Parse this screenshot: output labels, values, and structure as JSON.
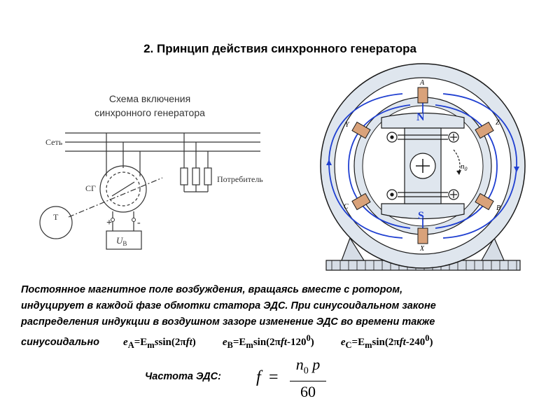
{
  "title": "2. Принцип действия синхронного генератора",
  "scheme": {
    "caption_line1": "Схема включения",
    "caption_line2": "синхронного генератора",
    "label_network": "Сеть",
    "label_consumer": "Потребитель",
    "label_generator": "СГ",
    "label_turbine": "Т",
    "label_plus": "+",
    "label_minus": "-",
    "label_exciter_U": "U",
    "label_exciter_sub": "В"
  },
  "machine": {
    "pole_north": "N",
    "pole_south": "S",
    "coil_A": "A",
    "coil_X": "X",
    "coil_Y": "Y",
    "coil_Z": "Z",
    "coil_B": "B",
    "coil_C": "C",
    "speed_symbol": "n",
    "speed_sub": "0",
    "colors": {
      "flux_lines": "#1f3fd1",
      "stator_fill": "#dfe6ee",
      "outline": "#1a1a1a",
      "pole_label": "#1f3fd1",
      "coil_fill": "#d9a27a"
    }
  },
  "text": {
    "line1": "Постоянное магнитное поле возбуждения, вращаясь вместе с ротором,",
    "line2": "индуцирует в каждой фазе обмотки статора ЭДС. При синусоидальном законе",
    "line3": "распределения индукции в воздушном зазоре изменение ЭДС во времени также",
    "line4_start": "синусоидально"
  },
  "formulas": {
    "eA": {
      "e": "e",
      "sub": "A",
      "eq": "=E",
      "msub": "m",
      "func": "sin(2π",
      "arg": "ft",
      "close": ")",
      "shift": "",
      "sup": ""
    },
    "eB": {
      "e": "e",
      "sub": "B",
      "eq": "=E",
      "msub": "m",
      "func": "sin(2π",
      "arg": "ft",
      "close": ")",
      "shift": "-120",
      "sup": "0"
    },
    "eC": {
      "e": "e",
      "sub": "C",
      "eq": "=E",
      "msub": "m",
      "func": "sin(2π",
      "arg": "ft",
      "close": ")",
      "shift": "-240",
      "sup": "0"
    }
  },
  "frequency": {
    "label": "Частота ЭДС:",
    "lhs": "f",
    "equals": "=",
    "num_n": "n",
    "num_sub": "0",
    "num_p": "p",
    "denominator": "60"
  }
}
